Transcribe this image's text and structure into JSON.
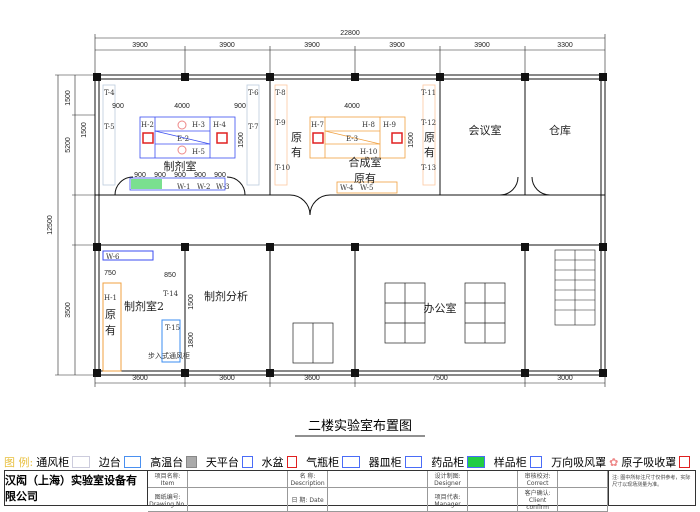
{
  "title": "二楼实验室布置图",
  "dimensions": {
    "total_width": "22800",
    "top": [
      "3900",
      "3900",
      "3900",
      "3900",
      "3900",
      "3300"
    ],
    "bottom": [
      "3600",
      "3600",
      "3600",
      "7500",
      "3000"
    ],
    "left_total": "12500",
    "left": [
      "1500",
      "5200",
      "1500",
      "3500"
    ],
    "inner": {
      "w900": "900",
      "w4000": "4000",
      "h1500": "1500",
      "w750": "750",
      "w850": "850",
      "h1800": "1800"
    }
  },
  "rooms": {
    "zhiji": "制剂室",
    "hecheng": "合成室",
    "huiyi": "会议室",
    "cangku": "仓库",
    "zhiji2": "制剂室2",
    "fenxi": "制剂分析",
    "bangong": "办公室",
    "yuanyou": "原有",
    "yuan": "原",
    "you": "有"
  },
  "equipment": {
    "t_labels": [
      "T-4",
      "T-5",
      "T-6",
      "T-7",
      "T-8",
      "T-9",
      "T-10",
      "T-11",
      "T-12",
      "T-13",
      "T-14",
      "T-15"
    ],
    "h_labels": [
      "H-1",
      "H-2",
      "H-3",
      "H-4",
      "H-5",
      "H-7",
      "H-8",
      "H-9",
      "H-10"
    ],
    "e_labels": [
      "E-2",
      "E-3"
    ],
    "w_labels": [
      "W-1",
      "W-2",
      "W-3",
      "W-4",
      "W-5",
      "W-6"
    ],
    "misc": "步入式通风柜"
  },
  "legend": {
    "heading": "图 例:",
    "items": [
      "通风柜",
      "边台",
      "高温台",
      "天平台",
      "水盆",
      "气瓶柜",
      "器皿柜",
      "药品柜",
      "样品柜",
      "万向吸风罩",
      "原子吸收罩"
    ]
  },
  "title_block": {
    "company": "汉闳（上海）实验室设备有限公司",
    "cells": [
      "项目名称:\nItem",
      "",
      "名 称:\nDescription",
      "",
      "设计制图:\nDesigner",
      "",
      "审核校对:\nCorrect",
      "",
      "图纸编号:\nDrawing No.",
      "",
      "日 期:\nDate",
      "",
      "项目代表:\nManager",
      "",
      "客户确认:\nClient confirm",
      ""
    ],
    "note": "注: 图中所标注尺寸仅供参考，实际尺寸以现场测量为准。"
  },
  "colors": {
    "accent_blue": "#3b4ef0",
    "orange": "#f0a040",
    "red": "#e02020",
    "green": "#22cc44"
  }
}
